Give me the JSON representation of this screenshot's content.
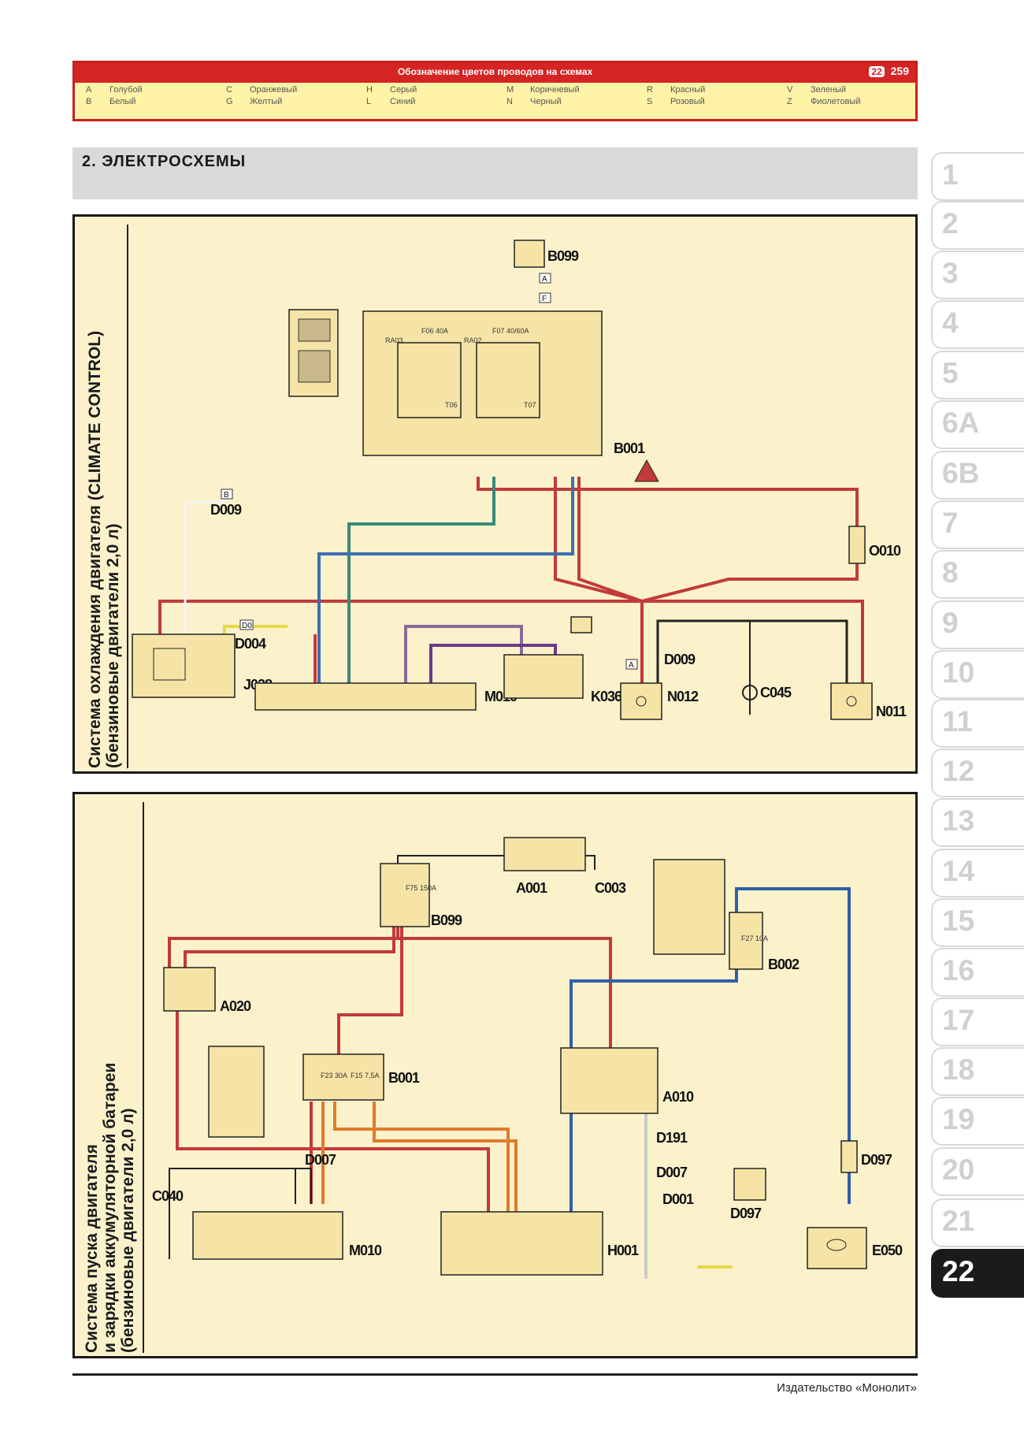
{
  "header": {
    "title": "Обозначение цветов проводов на схемах",
    "chapter": "22",
    "page": "259",
    "colors": [
      {
        "code": "A",
        "name": "Голубой"
      },
      {
        "code": "B",
        "name": "Белый"
      },
      {
        "code": "C",
        "name": "Оранжевый"
      },
      {
        "code": "G",
        "name": "Желтый"
      },
      {
        "code": "H",
        "name": "Серый"
      },
      {
        "code": "L",
        "name": "Синий"
      },
      {
        "code": "M",
        "name": "Коричневый"
      },
      {
        "code": "N",
        "name": "Черный"
      },
      {
        "code": "R",
        "name": "Красный"
      },
      {
        "code": "S",
        "name": "Розовый"
      },
      {
        "code": "V",
        "name": "Зеленый"
      },
      {
        "code": "Z",
        "name": "Фиолетовый"
      }
    ]
  },
  "section": {
    "title": "2.  ЭЛЕКТРОСХЕМЫ"
  },
  "tabs": [
    "1",
    "2",
    "3",
    "4",
    "5",
    "6A",
    "6B",
    "7",
    "8",
    "9",
    "10",
    "11",
    "12",
    "13",
    "14",
    "15",
    "16",
    "17",
    "18",
    "19",
    "20",
    "21",
    "22"
  ],
  "active_tab": "22",
  "diagram1": {
    "title_line1": "Система охлаждения двигателя (CLIMATE CONTROL)",
    "title_line2": "(бензиновые двигатели 2,0 л)",
    "components": [
      "B099",
      "B001",
      "D009",
      "O010",
      "D004",
      "J028",
      "M010",
      "K036",
      "N012",
      "D009",
      "C045",
      "N011"
    ],
    "fuse_labels": [
      "F06 40A",
      "F07 40/60A"
    ],
    "relay_labels": [
      "RA03",
      "RA02",
      "T06",
      "T07"
    ]
  },
  "diagram2": {
    "title_line1": "Система пуска двигателя",
    "title_line2": "и зарядки аккумуляторной батареи",
    "title_line3": "(бензиновые двигатели 2,0 л)",
    "components": [
      "A001",
      "C003",
      "B099",
      "B002",
      "A020",
      "B001",
      "A010",
      "D191",
      "D007",
      "D007",
      "D001",
      "D097",
      "D097",
      "C040",
      "M010",
      "H001",
      "E050"
    ],
    "fuse_labels": [
      "F75 150A",
      "F27 10A",
      "F23 30A",
      "F15 7,5A"
    ]
  },
  "footer": {
    "publisher": "Издательство «Монолит»"
  }
}
